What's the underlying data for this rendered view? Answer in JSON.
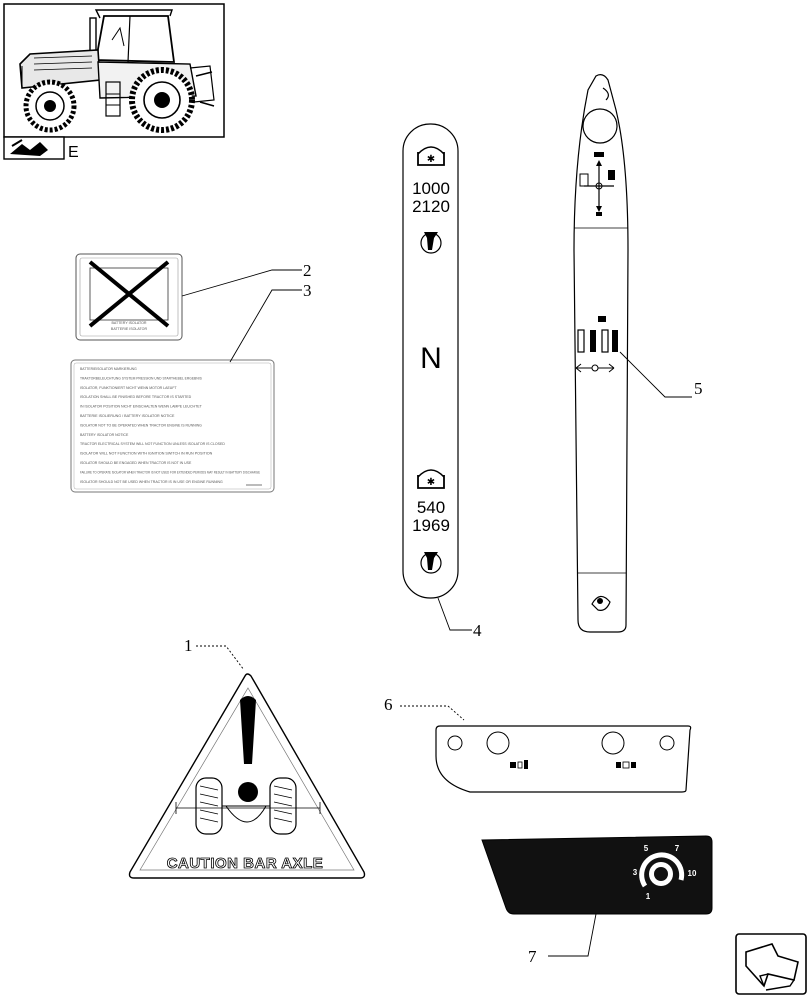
{
  "header": {
    "section_letter": "E"
  },
  "callouts": {
    "c1": "1",
    "c2": "2",
    "c3": "3",
    "c4": "4",
    "c5": "5",
    "c6": "6",
    "c7": "7"
  },
  "decal_2": {
    "line1": "BATTERY ISOLATOR",
    "line2": "BATTERIE ISOLATOR"
  },
  "decal_3": {
    "lines": [
      "BATTERIEISOLATOR MARKIERUNG",
      "TRAKTORBELEUCHTUNG SYSTEM PRESSION UND STARTHEBEL ERGEBNIS",
      "ISOLATOR, FUNKTIONIERT NICHT WENN MOTOR LAEUFT",
      "ISOLATION SHALL BE FINISHED BEFORE TRACTOR IS STARTED",
      "IN ISOLATOR POSITION NICHT EINSCHALTEN WENN LAMPE LEUCHTET",
      "BATTERIE ISOLIERUNG / BATTERY ISOLATOR NOTICE",
      "ISOLATOR NOT TO BE OPERATED WHEN TRACTOR ENGINE IS RUNNING",
      "BATTERY ISOLATOR NOTICE",
      "TRACTOR ELECTRICAL SYSTEM WILL NOT FUNCTION UNLESS ISOLATOR IS CLOSED",
      "ISOLATOR WILL NOT FUNCTION WITH IGNITION SWITCH IN RUN POSITION",
      "ISOLATOR SHOULD BE ENGAGED WHEN TRACTOR IS NOT IN USE",
      "FAILURE TO OPERATE ISOLATOR WHEN TRACTOR IS NOT USED FOR EXTENDED PERIODS MAY RESULT IN BATTERY DISCHARGE",
      "ISOLATOR SHOULD NOT BE USED WHEN TRACTOR IS IN USE OR ENGINE RUNNING"
    ]
  },
  "decal_4": {
    "top_speed_1": "1000",
    "top_speed_2": "2120",
    "neutral": "N",
    "bottom_speed_1": "540",
    "bottom_speed_2": "1969"
  },
  "decal_1": {
    "caption": "CAUTION BAR AXLE"
  },
  "decal_7": {
    "dial_labels": [
      "1",
      "3",
      "5",
      "7",
      "10"
    ]
  },
  "colors": {
    "decal_7_fill": "#111111",
    "line": "#000000"
  },
  "icons": {
    "header": "tractor-illustration",
    "section": "sticker-section-icon",
    "nav": "next-page-arrow-icon"
  }
}
